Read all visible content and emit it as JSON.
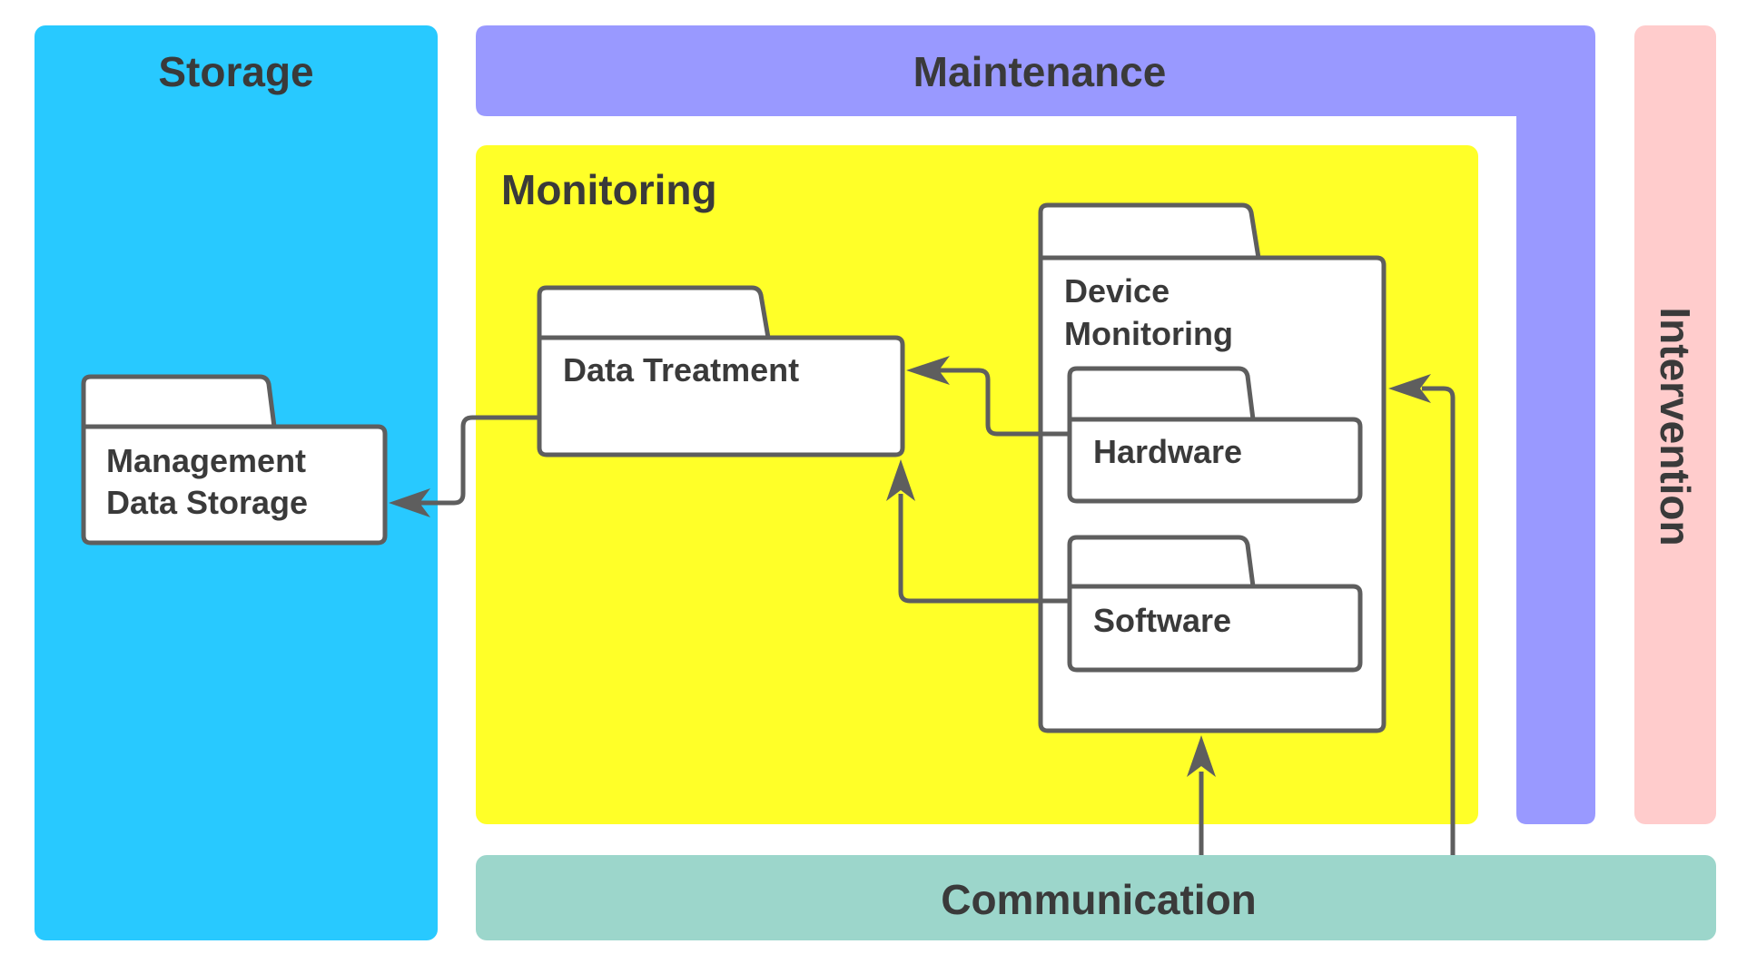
{
  "diagram": {
    "regions": {
      "storage": {
        "label": "Storage",
        "color": "#28c9ff"
      },
      "maintenance": {
        "label": "Maintenance",
        "color": "#9999ff"
      },
      "intervention": {
        "label": "Intervention",
        "color": "#ffcccc"
      },
      "monitoring": {
        "label": "Monitoring",
        "color": "#ffff28"
      },
      "communication": {
        "label": "Communication",
        "color": "#9cd6cb"
      }
    },
    "packages": {
      "management_data_storage": {
        "line1": "Management",
        "line2": "Data Storage"
      },
      "data_treatment": {
        "label": "Data Treatment"
      },
      "device_monitoring": {
        "line1": "Device",
        "line2": "Monitoring"
      },
      "hardware": {
        "label": "Hardware"
      },
      "software": {
        "label": "Software"
      }
    },
    "connections": [
      {
        "from": "Data Treatment",
        "to": "Management Data Storage"
      },
      {
        "from": "Hardware",
        "to": "Data Treatment"
      },
      {
        "from": "Software",
        "to": "Data Treatment"
      },
      {
        "from": "Communication",
        "to": "Device Monitoring"
      },
      {
        "from": "Communication",
        "to": "Device Monitoring"
      }
    ],
    "line_color": "#5e5e5e",
    "text_color": "#3a3a3a"
  }
}
